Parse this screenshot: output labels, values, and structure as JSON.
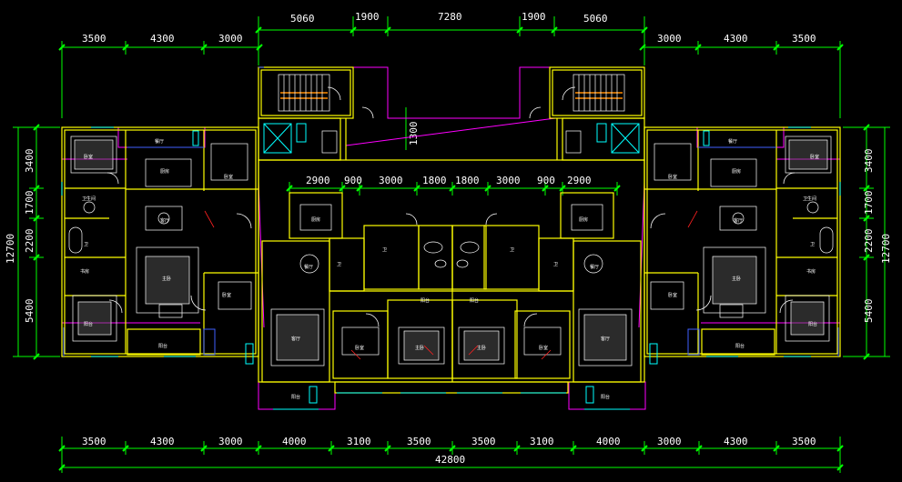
{
  "drawing": {
    "background": "#000000",
    "colors": {
      "dimension_line": "#00ff00",
      "dimension_text": "#ffffff",
      "wall": "#ffff00",
      "outline": "#ff00ff",
      "window": "#00ffff",
      "stair": "#ff8c00",
      "furniture": "#ffffff",
      "door": "#ff2020",
      "blue_edge": "#4060ff"
    },
    "top_dims_upper": [
      "5060",
      "1900",
      "7280",
      "1900",
      "5060"
    ],
    "top_dims_left": [
      "3500",
      "4300",
      "3000"
    ],
    "top_dims_right": [
      "3000",
      "4300",
      "3500"
    ],
    "middle_dims": [
      "2900",
      "900",
      "3000",
      "1800",
      "1800",
      "3000",
      "900",
      "2900"
    ],
    "stair_well_dim": "1300",
    "bottom_dims": [
      "3500",
      "4300",
      "3000",
      "4000",
      "3100",
      "3500",
      "3500",
      "3100",
      "4000",
      "3000",
      "4300",
      "3500"
    ],
    "bottom_total": "42800",
    "left_dims": [
      "3400",
      "1700",
      "2200",
      "5400"
    ],
    "left_total": "12700",
    "right_dims": [
      "3400",
      "1700",
      "2200",
      "5400"
    ],
    "right_total": "12700",
    "room_labels": {
      "left": [
        "卧室",
        "厨房",
        "卫生间",
        "客厅",
        "卧室",
        "主卧",
        "阳台",
        "餐厅",
        "卧室",
        "卫",
        "书房",
        "阳台"
      ],
      "center_left": [
        "餐厅",
        "客厅",
        "厨房",
        "卫",
        "主卧",
        "卧室",
        "阳台",
        "卫",
        "阳台"
      ],
      "center_right": [
        "餐厅",
        "客厅",
        "厨房",
        "卫",
        "主卧",
        "卧室",
        "阳台",
        "卫",
        "阳台"
      ],
      "right": [
        "卧室",
        "厨房",
        "卫生间",
        "客厅",
        "卧室",
        "主卧",
        "阳台",
        "餐厅",
        "卧室",
        "卫",
        "书房",
        "阳台"
      ]
    }
  }
}
